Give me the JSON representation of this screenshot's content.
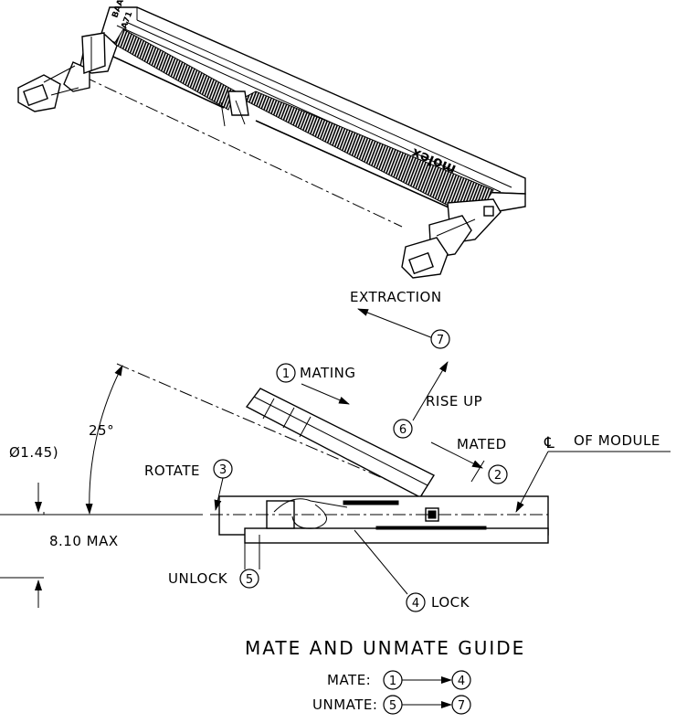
{
  "connector_view": {
    "brand_text": "molex",
    "pin_label_top": "BAA",
    "pin_label_bottom": "A71"
  },
  "labels": {
    "extraction": "EXTRACTION",
    "mating": "MATING",
    "rise_up": "RISE UP",
    "mated": "MATED",
    "of_module": "OF MODULE",
    "centerline_symbol": "℄",
    "rotate": "ROTATE",
    "unlock": "UNLOCK",
    "lock": "LOCK",
    "angle": "25°",
    "height_dim": "8.10 MAX",
    "ref_dim": "Ø1.45)"
  },
  "steps": {
    "s1": "1",
    "s2": "2",
    "s3": "3",
    "s4": "4",
    "s5": "5",
    "s6": "6",
    "s7": "7"
  },
  "guide": {
    "title": "MATE AND UNMATE GUIDE",
    "mate_label": "MATE:",
    "mate_from": "1",
    "mate_to": "4",
    "unmate_label": "UNMATE:",
    "unmate_from": "5",
    "unmate_to": "7"
  }
}
